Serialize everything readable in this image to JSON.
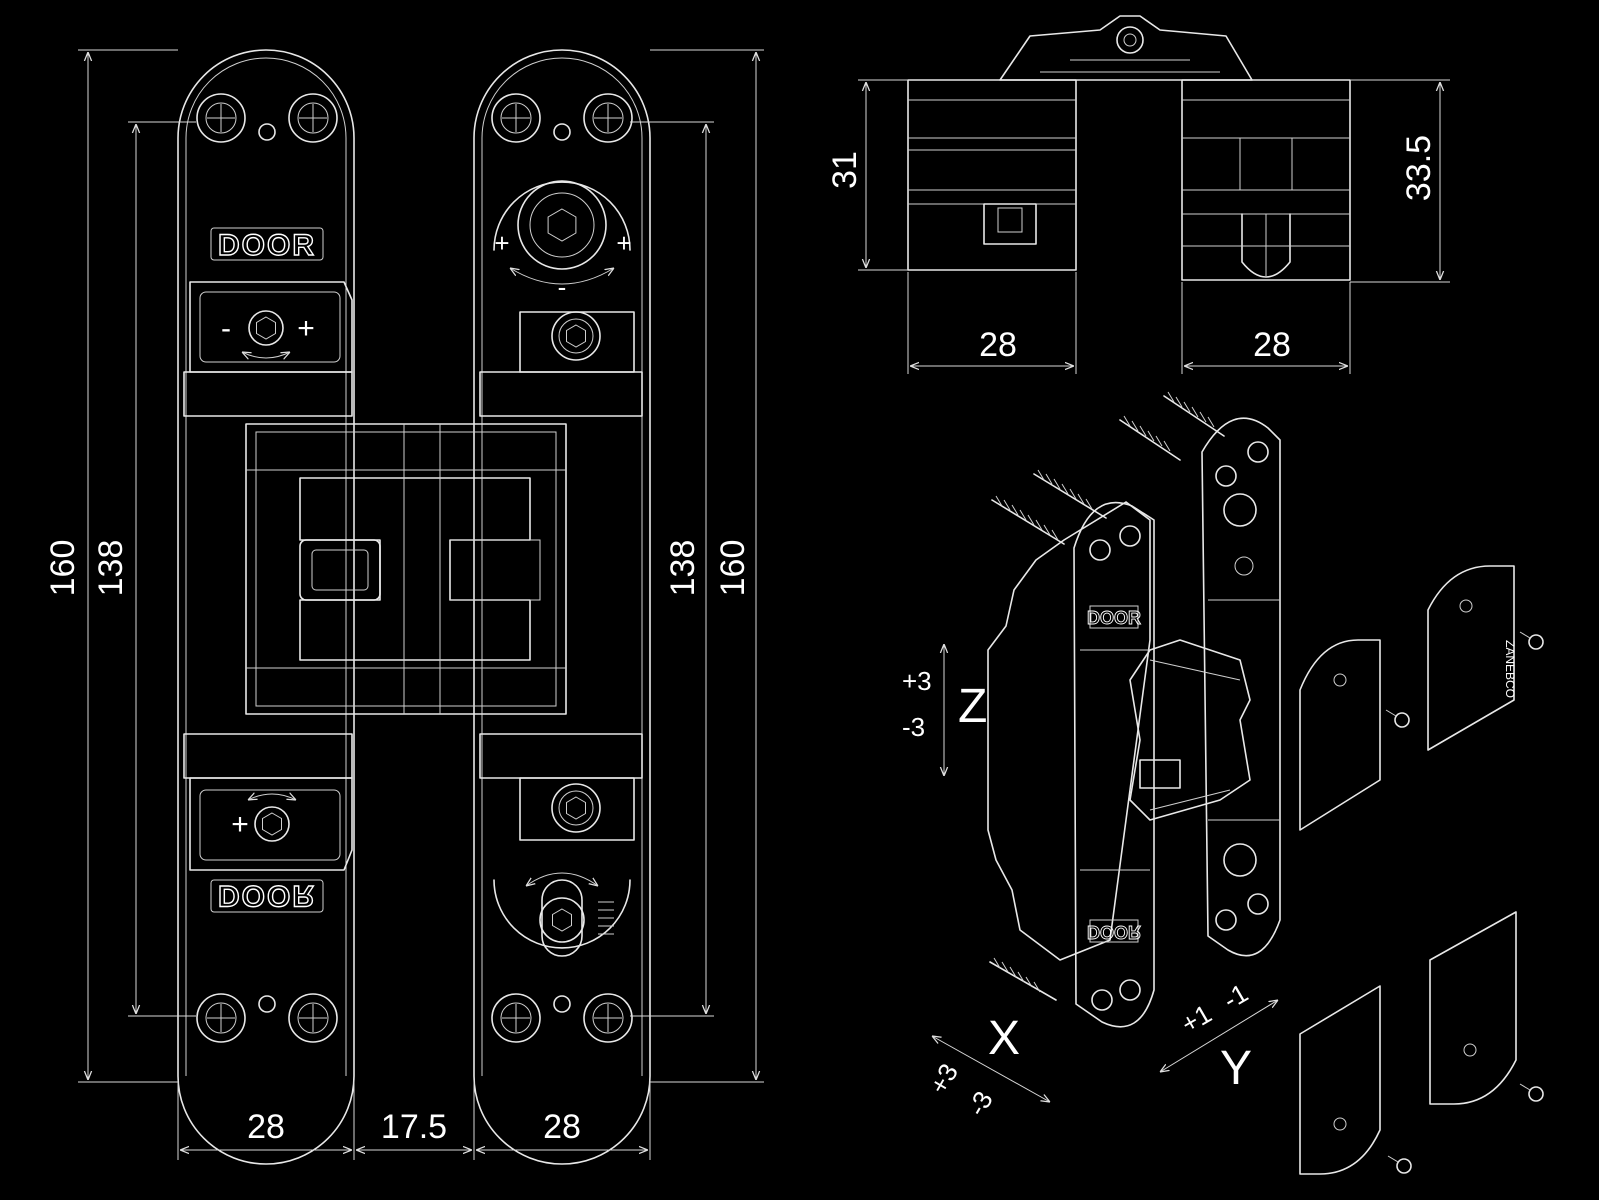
{
  "front_view": {
    "dim_overall_height_left": "160",
    "dim_plate_height_left": "138",
    "dim_plate_height_right": "138",
    "dim_overall_height_right": "160",
    "dim_plate_width_left": "28",
    "dim_gap": "17.5",
    "dim_plate_width_right": "28",
    "brand_top": "DOOR",
    "brand_bottom": "DOOR",
    "minus_sign": "-",
    "plus_sign": "+"
  },
  "side_view": {
    "dim_depth_left": "31",
    "dim_depth_right": "33.5",
    "dim_width_left": "28",
    "dim_width_right": "28"
  },
  "iso_view": {
    "axis_z": "Z",
    "z_plus": "+3",
    "z_minus": "-3",
    "axis_x": "X",
    "x_plus": "+3",
    "x_minus": "-3",
    "axis_y": "Y",
    "y_plus": "+1",
    "y_minus": "-1",
    "brand_iso_top": "DOOR",
    "brand_iso_bottom": "DOOR",
    "cover_brand": "ZANEBCO"
  }
}
